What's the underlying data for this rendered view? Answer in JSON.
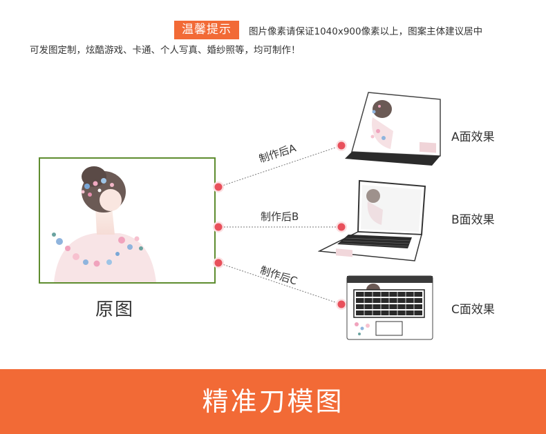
{
  "tip": {
    "badge": "温馨提示",
    "line1": "图片像素请保证1040x900像素以上，图案主体建议居中",
    "line2": "可发图定制，炫酷游戏、卡通、个人写真、婚纱照等，均可制作！"
  },
  "original": {
    "label": "原图"
  },
  "connectors": {
    "a_label": "制作后A",
    "b_label": "制作后B",
    "c_label": "制作后C"
  },
  "results": {
    "a": "A面效果",
    "b": "B面效果",
    "c": "C面效果"
  },
  "footer": {
    "title": "精准刀模图"
  },
  "colors": {
    "accent": "#f26a36",
    "frame": "#5d8c2e",
    "dot": "#e8505b"
  }
}
